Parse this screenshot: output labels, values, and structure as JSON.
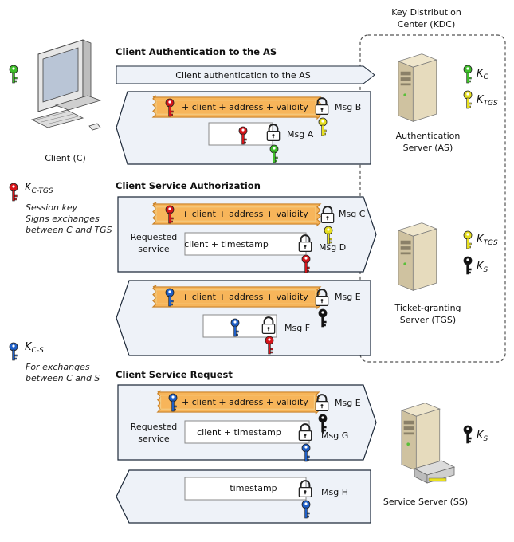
{
  "kdc": {
    "title_line1": "Key Distribution",
    "title_line2": "Center (KDC)"
  },
  "client": {
    "label": "Client (C)"
  },
  "servers": {
    "as": {
      "line1": "Authentication",
      "line2": "Server (AS)"
    },
    "tgs": {
      "line1": "Ticket-granting",
      "line2": "Server (TGS)"
    },
    "ss": {
      "line1": "Service Server (SS)"
    }
  },
  "keys": {
    "kc": {
      "main": "K",
      "sub": "C",
      "color": "#3fbf2a"
    },
    "ktgs": {
      "main": "K",
      "sub": "TGS",
      "color": "#e8e020"
    },
    "ks": {
      "main": "K",
      "sub": "S",
      "color": "#111111"
    },
    "kctgs": {
      "main": "K",
      "sub": "C-TGS",
      "color": "#d8141a"
    },
    "kcs": {
      "main": "K",
      "sub": "C-S",
      "color": "#1e5fc8"
    }
  },
  "notes": {
    "kctgs": [
      "Session key",
      "Signs exchanges",
      "between C and TGS"
    ],
    "kcs": [
      "For exchanges",
      "between C and S"
    ]
  },
  "sections": {
    "auth": "Client Authentication to the AS",
    "authz": "Client Service Authorization",
    "request": "Client Service Request"
  },
  "messages": {
    "arrow1": "Client authentication to the AS",
    "ticket": "+ client + address + validity",
    "client_timestamp": "client + timestamp",
    "timestamp": "timestamp",
    "requested_service": [
      "Requested",
      "service"
    ],
    "msg_a": "Msg A",
    "msg_b": "Msg B",
    "msg_c": "Msg C",
    "msg_d": "Msg D",
    "msg_e": "Msg E",
    "msg_f": "Msg F",
    "msg_g": "Msg G",
    "msg_h": "Msg H"
  },
  "colors": {
    "ticket_fill": "#f7b55a",
    "ticket_border": "#c9832a",
    "panel_fill": "#eef2f8",
    "panel_stroke": "#1e2a3a"
  }
}
